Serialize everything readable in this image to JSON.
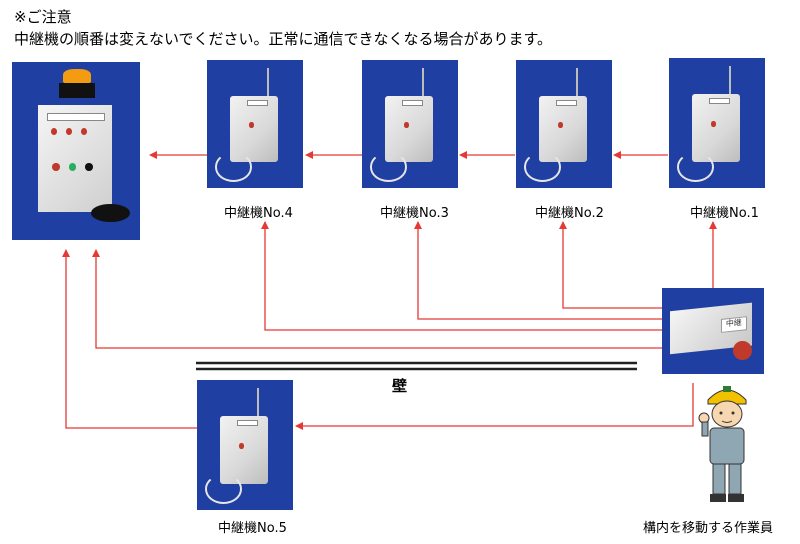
{
  "note": {
    "title": "※ご注意",
    "body": "中継機の順番は変えないでください。正常に通信できなくなる場合があります。"
  },
  "repeaters": [
    {
      "label": "中継機No.4"
    },
    {
      "label": "中継機No.3"
    },
    {
      "label": "中継機No.2"
    },
    {
      "label": "中継機No.1"
    },
    {
      "label": "中継機No.5"
    }
  ],
  "wall": {
    "label": "壁"
  },
  "worker": {
    "label": "構内を移動する作業員"
  },
  "transmitter": {
    "sticker": "中継"
  },
  "colors": {
    "arrow": "#e53935",
    "photo_bg": "#1f3fa3",
    "wall": "#222222"
  }
}
